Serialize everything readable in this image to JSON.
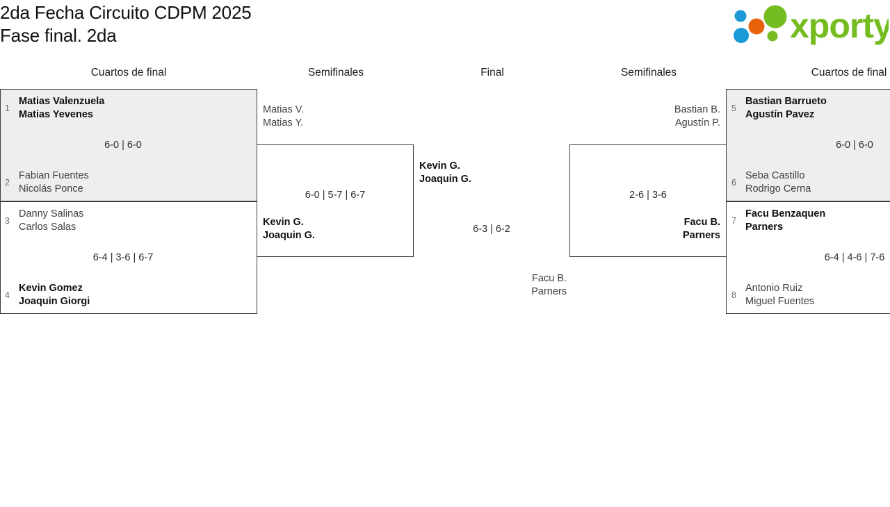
{
  "header": {
    "title_line1": "2da Fecha Circuito CDPM 2025",
    "title_line2": "Fase final. 2da",
    "logo_text": "xporty",
    "logo_colors": {
      "green": "#74bc20",
      "orange": "#e8620c",
      "blue": "#1c9ad6"
    }
  },
  "rounds": [
    {
      "id": "qf-left",
      "label": "Cuartos de final"
    },
    {
      "id": "sf-left",
      "label": "Semifinales"
    },
    {
      "id": "final",
      "label": "Final"
    },
    {
      "id": "sf-right",
      "label": "Semifinales"
    },
    {
      "id": "qf-right",
      "label": "Cuartos de final"
    }
  ],
  "matches": {
    "qf1": {
      "highlighted": true,
      "score": "6-0 | 6-0",
      "top": {
        "seed": "1",
        "p1": "Matias Valenzuela",
        "p2": "Matias Yevenes",
        "winner": true
      },
      "bottom": {
        "seed": "2",
        "p1": "Fabian Fuentes",
        "p2": "Nicolás Ponce",
        "winner": false
      }
    },
    "qf2": {
      "highlighted": false,
      "score": "6-4 | 3-6 | 6-7",
      "top": {
        "seed": "3",
        "p1": "Danny Salinas",
        "p2": "Carlos Salas",
        "winner": false
      },
      "bottom": {
        "seed": "4",
        "p1": "Kevin Gomez",
        "p2": "Joaquin Giorgi",
        "winner": true
      }
    },
    "qf3": {
      "highlighted": true,
      "score": "6-0 | 6-0",
      "top": {
        "seed": "5",
        "p1": "Bastian Barrueto",
        "p2": "Agustín Pavez",
        "winner": true
      },
      "bottom": {
        "seed": "6",
        "p1": "Seba Castillo",
        "p2": "Rodrigo Cerna",
        "winner": false
      }
    },
    "qf4": {
      "highlighted": false,
      "score": "6-4 | 4-6 | 7-6",
      "top": {
        "seed": "7",
        "p1": "Facu Benzaquen",
        "p2": "Parners",
        "winner": true
      },
      "bottom": {
        "seed": "8",
        "p1": "Antonio Ruiz",
        "p2": "Miguel Fuentes",
        "winner": false
      }
    },
    "sf1": {
      "score": "6-0 | 5-7 | 6-7",
      "top": {
        "p1": "Matias V.",
        "p2": "Matias Y.",
        "winner": false
      },
      "bottom": {
        "p1": "Kevin G.",
        "p2": "Joaquin G.",
        "winner": true
      }
    },
    "sf2": {
      "score": "2-6 | 3-6",
      "top": {
        "p1": "Bastian B.",
        "p2": "Agustín P.",
        "winner": false
      },
      "bottom": {
        "p1": "Facu B.",
        "p2": "Parners",
        "winner": true
      }
    },
    "final": {
      "score": "6-3 | 6-2",
      "top": {
        "p1": "Kevin G.",
        "p2": "Joaquin G.",
        "winner": true
      },
      "bottom": {
        "p1": "Facu B.",
        "p2": "Parners",
        "winner": false
      }
    }
  }
}
